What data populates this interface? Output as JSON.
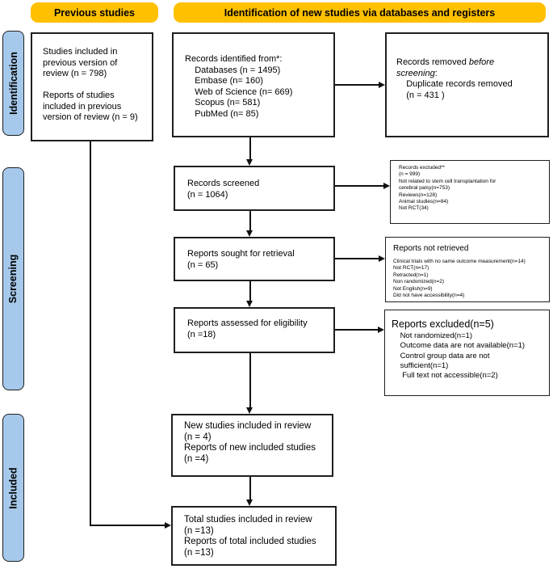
{
  "colors": {
    "header_yellow": "#FFC000",
    "sidebar_blue": "#A6C9EB",
    "line_black": "#111111"
  },
  "headers": {
    "previous": "Previous studies",
    "main": "Identification of new studies via databases and registers"
  },
  "sidebars": {
    "identification": "Identification",
    "screening": "Screening",
    "included": "Included"
  },
  "boxes": {
    "previous_studies": {
      "text": "Studies included in\nprevious version of\nreview (n = 798)\n\nReports of studies\nincluded in previous\nversion of review (n = 9)"
    },
    "records_identified": {
      "text": "Records identified from*:\n    Databases (n = 1495)\n    Embase (n= 160)\n    Web of Science (n= 669)\n    Scopus (n= 581)\n    PubMed (n= 85)"
    },
    "records_removed": {
      "prefix": "Records removed ",
      "italic": "before screening",
      "suffix": ":",
      "body": "    Duplicate records removed\n    (n = 431 )"
    },
    "records_screened": {
      "text": "Records screened\n(n = 1064)"
    },
    "records_excluded": {
      "text": "Records excluded**\n(n = 999)\nNot related to stem cell transplantation for\ncerebral palsy(n=753)\nReviews(n=128)\nAnimal studies(n=84)\nNot RCT(34)"
    },
    "reports_sought": {
      "text": "Reports sought for retrieval\n(n = 65)"
    },
    "reports_not_retrieved": {
      "title": "Reports not retrieved",
      "body": "Clinical trials with no same outcome measurement(n=14)\nNot RCT(n=17)\nRetracted(n=1)\nNon randomized(n=2)\nNot English(n=9)\nDid not have accessibility(n=4)"
    },
    "reports_assessed": {
      "text": "Reports assessed for eligibility\n(n =18)"
    },
    "reports_excluded": {
      "title": "Reports excluded(n=5)",
      "body": "    Not randomized(n=1)\n    Outcome data are not available(n=1)\n    Control group data are not\n    sufficient(n=1)\n     Full text not accessible(n=2)"
    },
    "new_studies": {
      "text": "New studies included in review\n(n = 4)\nReports of new included studies\n(n =4)"
    },
    "total_studies": {
      "text": "Total studies included in review\n(n =13)\nReports of total included studies\n(n =13)"
    }
  }
}
